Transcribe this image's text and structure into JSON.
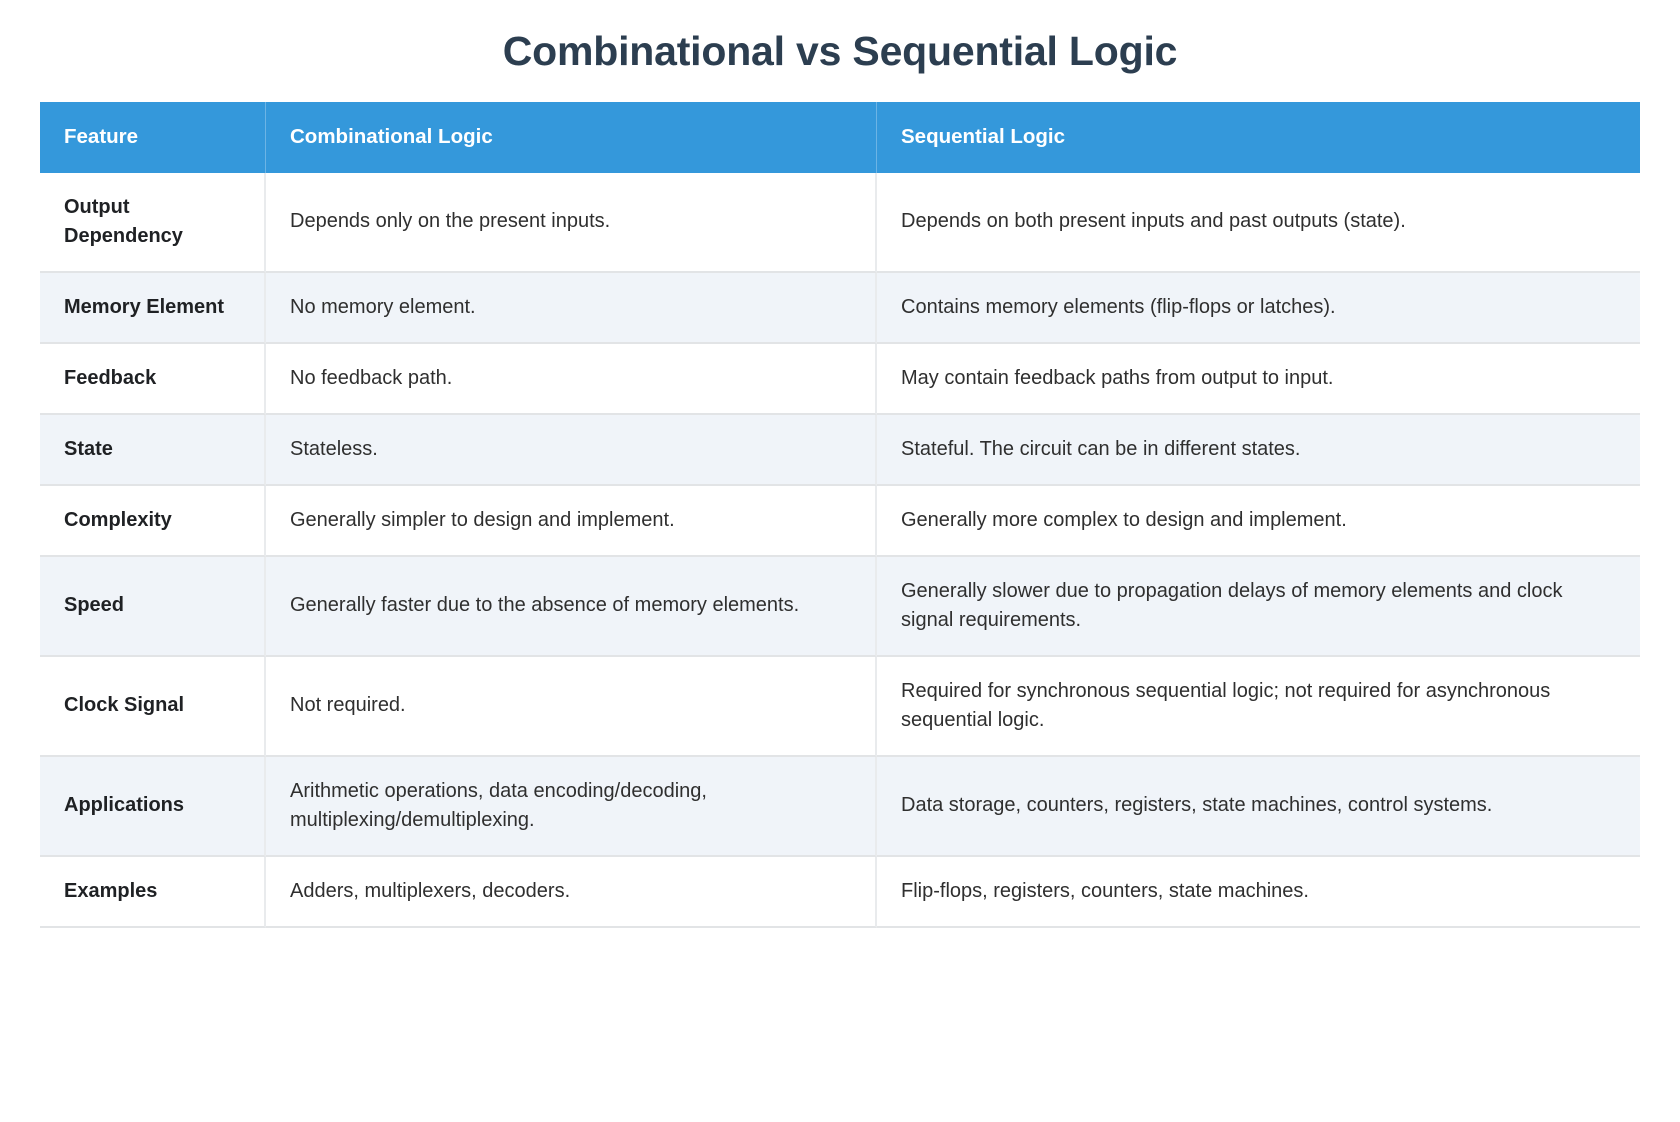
{
  "title": "Combinational vs Sequential Logic",
  "theme": {
    "header_bg": "#3498db",
    "header_text": "#ffffff",
    "title_color": "#2c3e50",
    "row_alt_bg": "#f0f4f9",
    "row_bg": "#ffffff",
    "border_color": "#e2e4e6",
    "body_text": "#2f2f2f"
  },
  "table": {
    "columns": [
      {
        "key": "feature",
        "label": "Feature"
      },
      {
        "key": "combinational",
        "label": "Combinational Logic"
      },
      {
        "key": "sequential",
        "label": "Sequential Logic"
      }
    ],
    "rows": [
      {
        "feature": "Output Dependency",
        "combinational": "Depends only on the present inputs.",
        "sequential": "Depends on both present inputs and past outputs (state)."
      },
      {
        "feature": "Memory Element",
        "combinational": "No memory element.",
        "sequential": "Contains memory elements (flip-flops or latches)."
      },
      {
        "feature": "Feedback",
        "combinational": "No feedback path.",
        "sequential": "May contain feedback paths from output to input."
      },
      {
        "feature": "State",
        "combinational": "Stateless.",
        "sequential": "Stateful. The circuit can be in different states."
      },
      {
        "feature": "Complexity",
        "combinational": "Generally simpler to design and implement.",
        "sequential": "Generally more complex to design and implement."
      },
      {
        "feature": "Speed",
        "combinational": "Generally faster due to the absence of memory elements.",
        "sequential": "Generally slower due to propagation delays of memory elements and clock signal requirements."
      },
      {
        "feature": "Clock Signal",
        "combinational": "Not required.",
        "sequential": "Required for synchronous sequential logic; not required for asynchronous sequential logic."
      },
      {
        "feature": "Applications",
        "combinational": "Arithmetic operations, data encoding/decoding, multiplexing/demultiplexing.",
        "sequential": "Data storage, counters, registers, state machines, control systems."
      },
      {
        "feature": "Examples",
        "combinational": "Adders, multiplexers, decoders.",
        "sequential": "Flip-flops, registers, counters, state machines."
      }
    ]
  }
}
